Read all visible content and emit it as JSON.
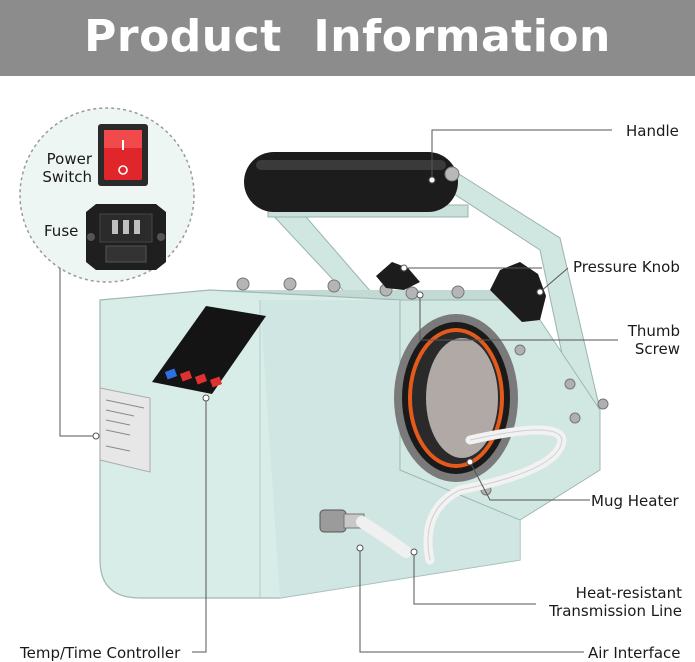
{
  "banner": {
    "title": "Product  Information"
  },
  "inset": {
    "power_switch_label": "Power Switch",
    "fuse_label": "Fuse"
  },
  "callouts": {
    "handle": "Handle",
    "pressure_knob": "Pressure Knob",
    "thumb_screw": "Thumb Screw",
    "mug_heater": "Mug Heater",
    "heat_resistant_line": "Heat-resistant Transmission Line",
    "air_interface": "Air Interface",
    "controller": "Temp/Time Controller"
  },
  "colors": {
    "banner": "#8c8c8c",
    "body": "#d8ece8",
    "switch_red": "#e0262a",
    "handle_black": "#1c1c1c"
  }
}
